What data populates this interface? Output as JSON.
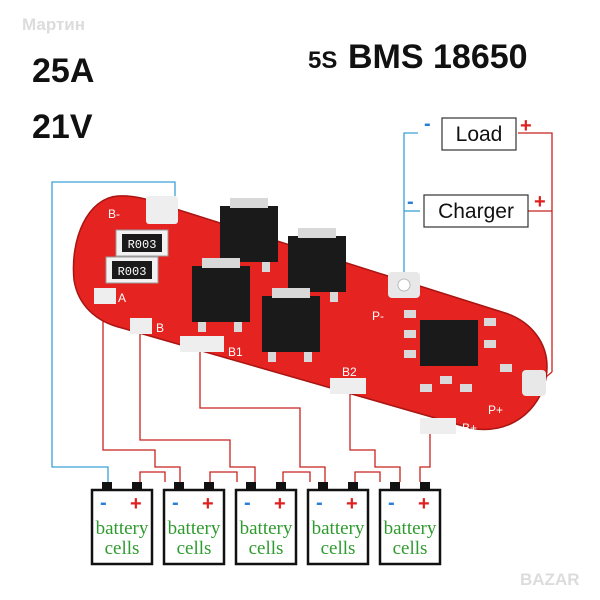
{
  "watermark_top": "Мартин",
  "watermark_bottom": "BAZAR",
  "specs": {
    "current": "25A",
    "voltage": "21V"
  },
  "title": {
    "prefix": "5S",
    "main": "BMS 18650"
  },
  "load": {
    "label": "Load",
    "minus": "-",
    "plus": "+"
  },
  "charger": {
    "label": "Charger",
    "minus": "-",
    "plus": "+"
  },
  "board": {
    "pads": {
      "b_minus": "B-",
      "a": "A",
      "b": "B",
      "b1": "B1",
      "b2": "B2",
      "p_minus": "P-",
      "p_plus": "P+",
      "b_plus": "B+"
    },
    "resistors": [
      "R003",
      "R003"
    ]
  },
  "cells": [
    {
      "line1": "battery",
      "line2": "cells",
      "minus": "-",
      "plus": "+"
    },
    {
      "line1": "battery",
      "line2": "cells",
      "minus": "-",
      "plus": "+"
    },
    {
      "line1": "battery",
      "line2": "cells",
      "minus": "-",
      "plus": "+"
    },
    {
      "line1": "battery",
      "line2": "cells",
      "minus": "-",
      "plus": "+"
    },
    {
      "line1": "battery",
      "line2": "cells",
      "minus": "-",
      "plus": "+"
    }
  ],
  "colors": {
    "pcb": "#e52320",
    "wire_blue": "#3aa0d8",
    "wire_red": "#c8231f",
    "cell_text": "#2e9b2e",
    "plus": "#e02020",
    "minus": "#2a7fd4"
  }
}
